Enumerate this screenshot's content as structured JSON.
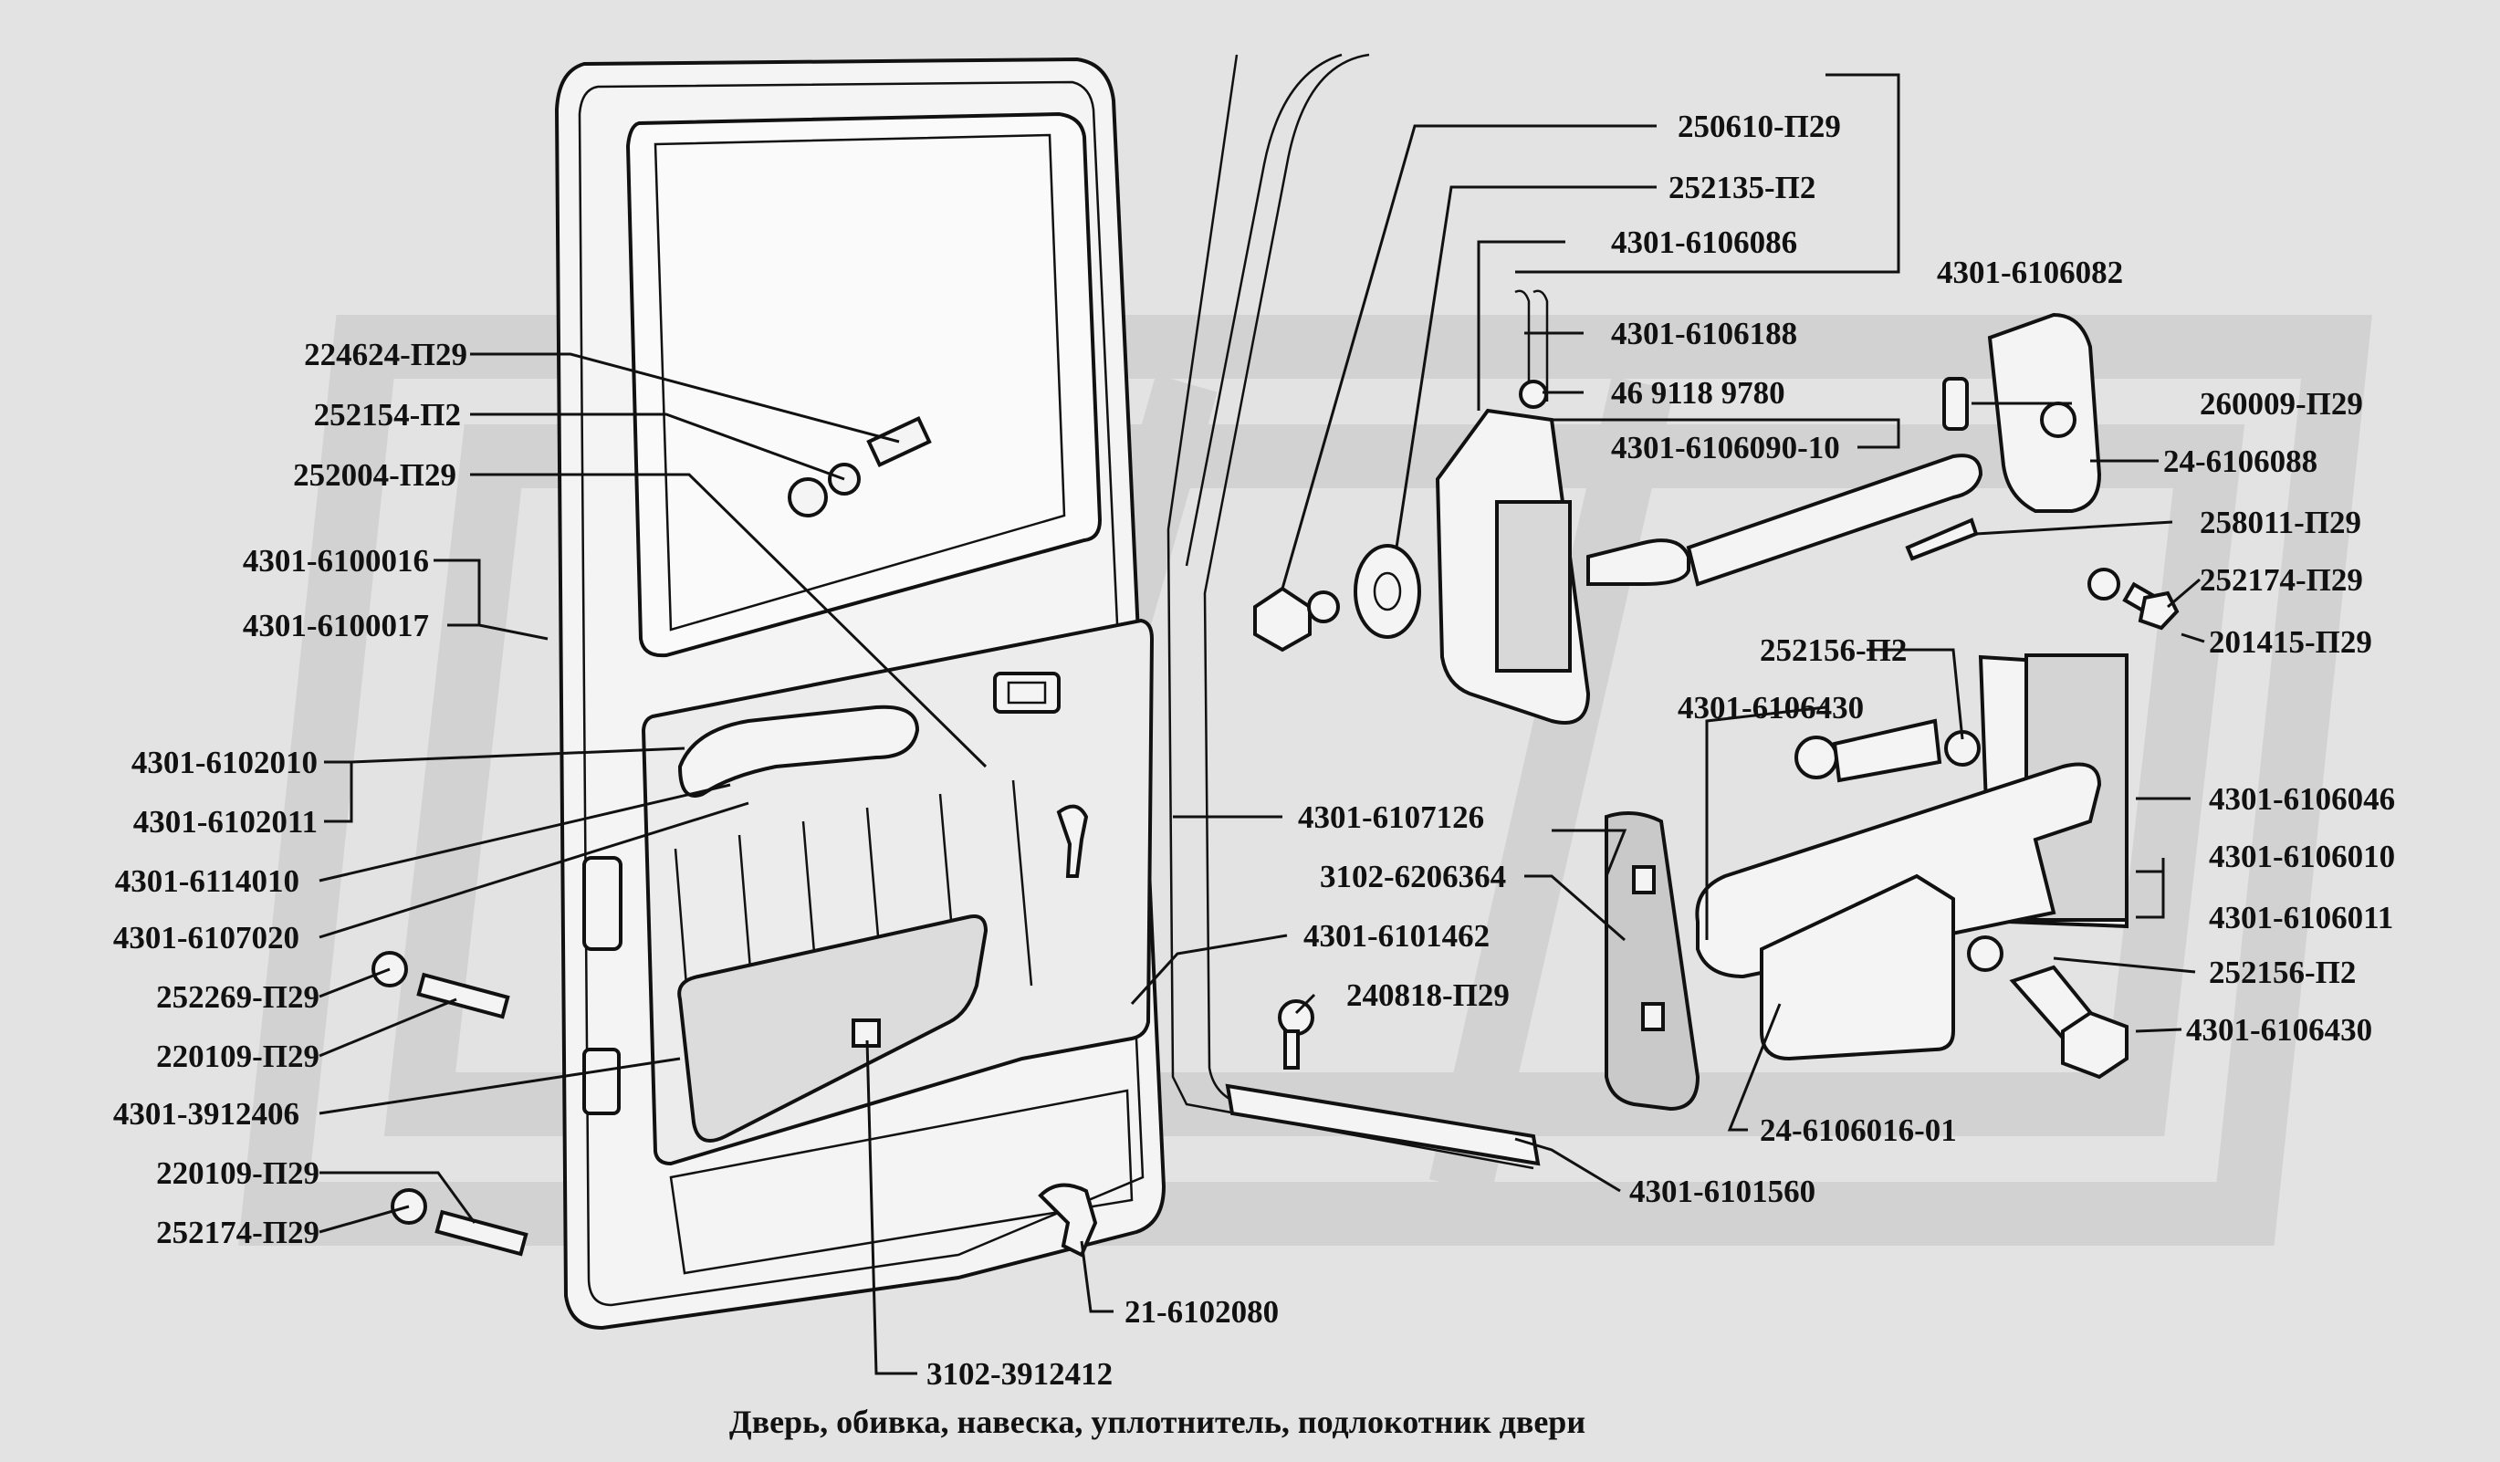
{
  "caption": "Дверь, обивка, навеска, уплотнитель, подлокотник двери",
  "labels": {
    "l1": "224624-П29",
    "l2": "252154-П2",
    "l3": "252004-П29",
    "l4": "4301-6100016",
    "l5": "4301-6100017",
    "l6": "4301-6102010",
    "l7": "4301-6102011",
    "l8": "4301-6114010",
    "l9": "4301-6107020",
    "l10": "252269-П29",
    "l11": "220109-П29",
    "l12": "4301-3912406",
    "l13": "220109-П29",
    "l14": "252174-П29",
    "l15": "250610-П29",
    "l16": "252135-П2",
    "l17": "4301-6106086",
    "l18": "4301-6106082",
    "l19": "4301-6106188",
    "l20": "46 9118 9780",
    "l21": "4301-6106090-10",
    "l22": "260009-П29",
    "l23": "24-6106088",
    "l24": "258011-П29",
    "l25": "252174-П29",
    "l26": "201415-П29",
    "l27": "252156-П2",
    "l28": "4301-6106430",
    "l29": "4301-6106046",
    "l30": "4301-6107126",
    "l31": "4301-6106010",
    "l32": "3102-6206364",
    "l33": "4301-6106011",
    "l34": "4301-6101462",
    "l35": "252156-П2",
    "l36": "240818-П29",
    "l37": "4301-6106430",
    "l38": "24-6106016-01",
    "l39": "4301-6101560",
    "l40": "21-6102080",
    "l41": "3102-3912412"
  }
}
